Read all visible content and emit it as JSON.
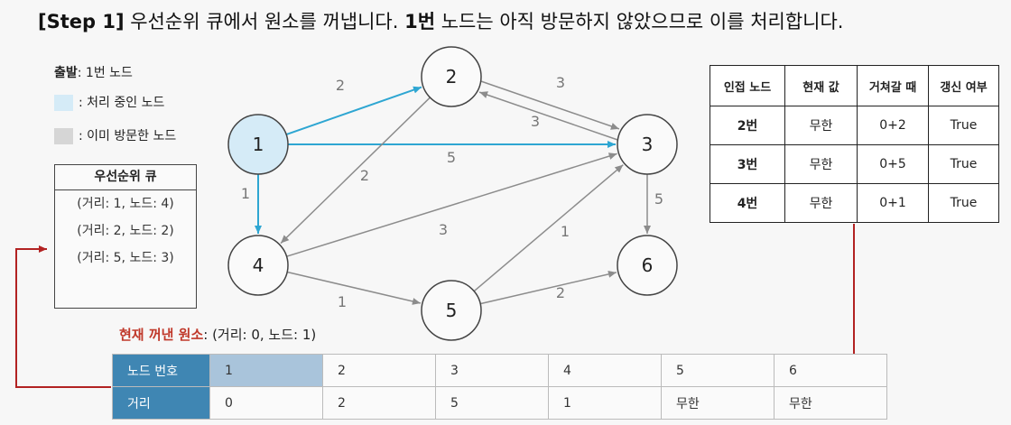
{
  "title": {
    "step": "[Step 1]",
    "part1": " 우선순위 큐에서 원소를 꺼냅니다. ",
    "bold": "1번",
    "part2": " 노드는 아직 방문하지 않았으므로 이를 처리합니다."
  },
  "legend": {
    "start_label": "출발",
    "start_value": ": 1번 노드",
    "processing": ": 처리 중인 노드",
    "visited": ": 이미 방문한 노드",
    "processing_color": "#d5ebf7",
    "visited_color": "#d6d6d6"
  },
  "priority_queue": {
    "title": "우선순위 큐",
    "items": [
      "(거리: 1, 노드: 4)",
      "(거리: 2, 노드: 2)",
      "(거리: 5, 노드: 3)"
    ]
  },
  "graph": {
    "nodes": [
      {
        "id": "1",
        "state": "processing"
      },
      {
        "id": "2",
        "state": "default"
      },
      {
        "id": "3",
        "state": "default"
      },
      {
        "id": "4",
        "state": "default"
      },
      {
        "id": "5",
        "state": "default"
      },
      {
        "id": "6",
        "state": "default"
      }
    ],
    "edges": [
      {
        "from": "1",
        "to": "2",
        "weight": "2",
        "active": true
      },
      {
        "from": "1",
        "to": "3",
        "weight": "5",
        "active": true
      },
      {
        "from": "1",
        "to": "4",
        "weight": "1",
        "active": true
      },
      {
        "from": "2",
        "to": "3",
        "weight": "3",
        "active": false
      },
      {
        "from": "3",
        "to": "2",
        "weight": "3",
        "active": false
      },
      {
        "from": "2",
        "to": "4",
        "weight": "2",
        "active": false
      },
      {
        "from": "4",
        "to": "3",
        "weight": "3",
        "active": false
      },
      {
        "from": "4",
        "to": "5",
        "weight": "1",
        "active": false
      },
      {
        "from": "5",
        "to": "3",
        "weight": "1",
        "active": false
      },
      {
        "from": "5",
        "to": "6",
        "weight": "2",
        "active": false
      },
      {
        "from": "3",
        "to": "6",
        "weight": "5",
        "active": false
      }
    ],
    "active_color": "#2ea6d2",
    "edge_color": "#8c8c8c"
  },
  "adjacency_table": {
    "headers": [
      "인접 노드",
      "현재 값",
      "거쳐갈 때",
      "갱신 여부"
    ],
    "rows": [
      [
        "2번",
        "무한",
        "0+2",
        "True"
      ],
      [
        "3번",
        "무한",
        "0+5",
        "True"
      ],
      [
        "4번",
        "무한",
        "0+1",
        "True"
      ]
    ]
  },
  "popped": {
    "label": "현재 꺼낸 원소",
    "value": ": (거리: 0, 노드: 1)"
  },
  "distance_table": {
    "row_headers": [
      "노드 번호",
      "거리"
    ],
    "nodes": [
      "1",
      "2",
      "3",
      "4",
      "5",
      "6"
    ],
    "distances": [
      "0",
      "2",
      "5",
      "1",
      "무한",
      "무한"
    ],
    "current_index": 0,
    "header_color": "#3f86b3",
    "highlight_color": "#a9c4db"
  },
  "connector_color": "#b22222"
}
